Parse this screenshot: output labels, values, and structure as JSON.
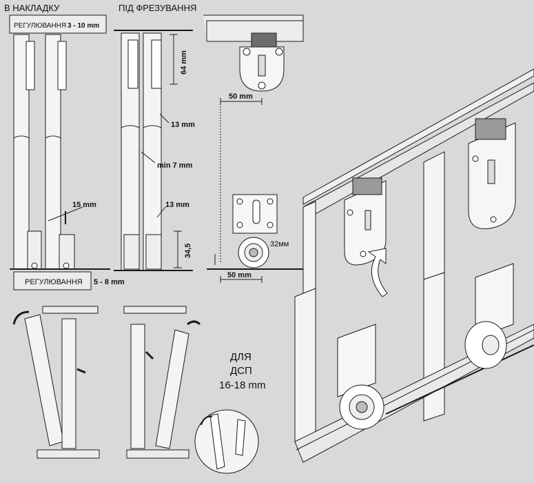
{
  "labels": {
    "overlay": "В НАКЛАДКУ",
    "milling": "ПІД ФРЕЗУВАННЯ",
    "top_adjust": "РЕГУЛЮВАННЯ",
    "top_adjust_range": "3 - 10 mm",
    "bottom_adjust": "РЕГУЛЮВАННЯ",
    "bottom_adjust_range": "5 - 8 mm",
    "board_line1": "ДЛЯ",
    "board_line2": "ДСП",
    "board_line3": "16-18 mm"
  },
  "dimensions": {
    "d64": "64 mm",
    "d13a": "13 mm",
    "dmin7": "min 7 mm",
    "d15": "15 mm",
    "d13b": "13 mm",
    "d345": "34,5",
    "d50_top": "50 mm",
    "d50_bottom": "50 mm",
    "d32": "32мм"
  },
  "colors": {
    "background": "#d9d9d9",
    "panel": "#ececec",
    "line": "#1a1a1a",
    "metal": "#f2f2f2"
  }
}
